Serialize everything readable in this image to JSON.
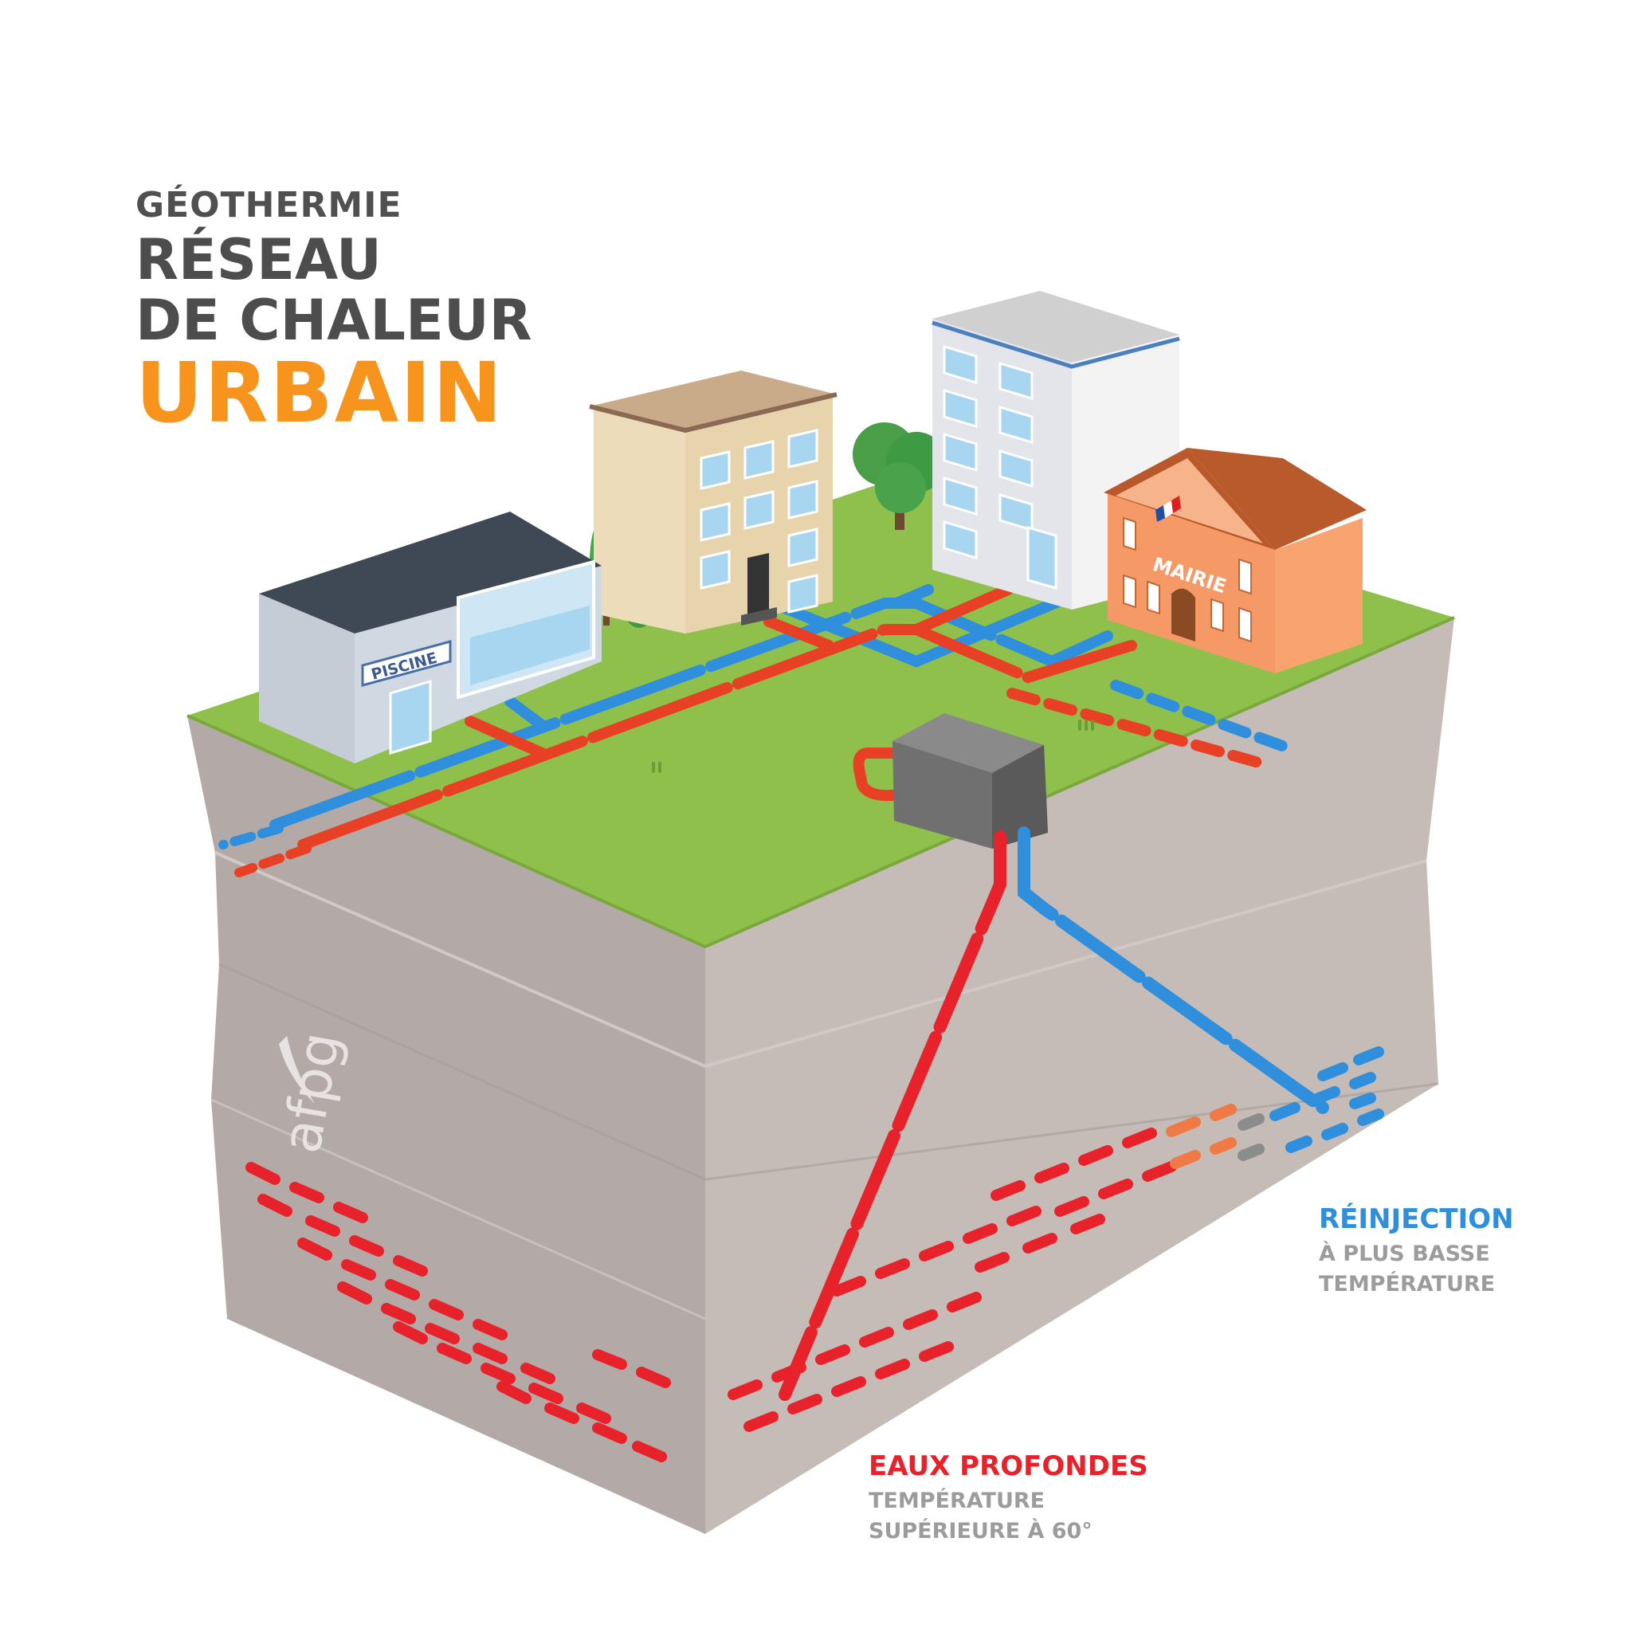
{
  "title": {
    "line1": "GÉOTHERMIE",
    "line2": "RÉSEAU",
    "line3": "DE CHALEUR",
    "line4": "URBAIN"
  },
  "labels": {
    "reinjection": {
      "heading": "RÉINJECTION",
      "sub1": "À PLUS BASSE",
      "sub2": "TEMPÉRATURE"
    },
    "eaux": {
      "heading": "EAUX PROFONDES",
      "sub1": "TEMPÉRATURE",
      "sub2": "SUPÉRIEURE À  60°"
    }
  },
  "buildings": {
    "piscine": "PISCINE",
    "mairie": "MAIRIE"
  },
  "logo": "afpg",
  "colors": {
    "title_accent": "#f7941d",
    "hot": "#e8222a",
    "cold": "#2f8fdc",
    "grass": "#8fc04b",
    "soil": "#bdb2ae"
  }
}
